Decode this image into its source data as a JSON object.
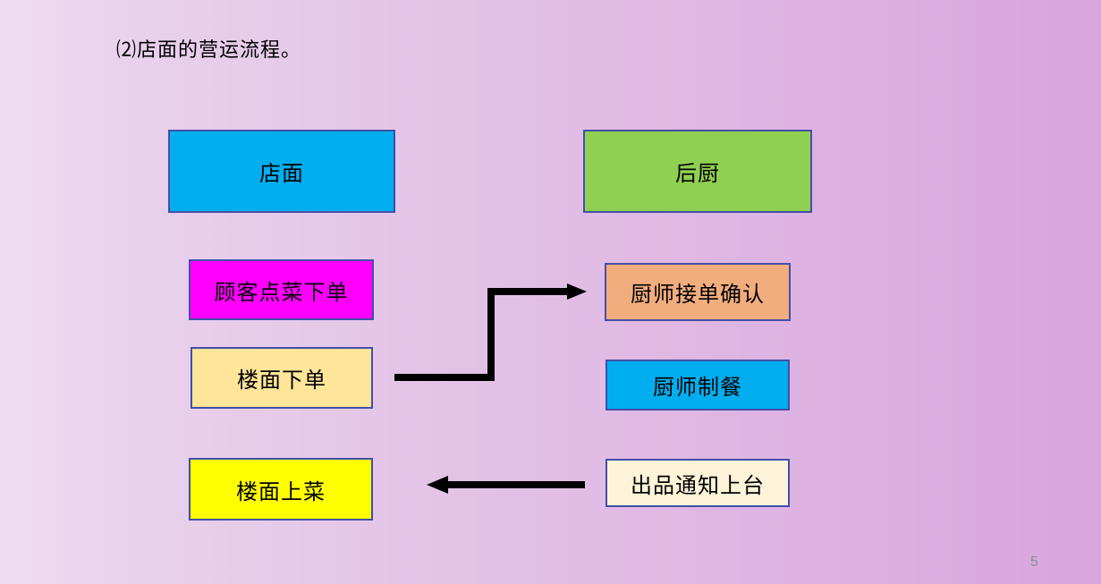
{
  "slide": {
    "title": "⑵店面的营运流程。",
    "page_number": "5"
  },
  "colors": {
    "background_left": "#efdcf2",
    "background_right": "#d8a5dc",
    "node_border": "#4150a8",
    "arrow": "#000000",
    "text": "#000000",
    "page_number": "#8d8d92"
  },
  "flowchart": {
    "nodes": [
      {
        "label": "店面",
        "fill": "#00aeef"
      },
      {
        "label": "后厨",
        "fill": "#90d050"
      },
      {
        "label": "顾客点菜下单",
        "fill": "#ff00ff"
      },
      {
        "label": "厨师接单确认",
        "fill": "#f2ad7e"
      },
      {
        "label": "楼面下单",
        "fill": "#ffe599"
      },
      {
        "label": "厨师制餐",
        "fill": "#00aeef"
      },
      {
        "label": "楼面上菜",
        "fill": "#ffff00"
      },
      {
        "label": "出品通知上台",
        "fill": "#fcf3d8"
      }
    ],
    "arrows": [
      {
        "name": "floor-order-to-chef-confirm",
        "shape": "elbow",
        "direction": "right"
      },
      {
        "name": "dish-ready-to-floor-serve",
        "shape": "straight",
        "direction": "left"
      }
    ]
  }
}
